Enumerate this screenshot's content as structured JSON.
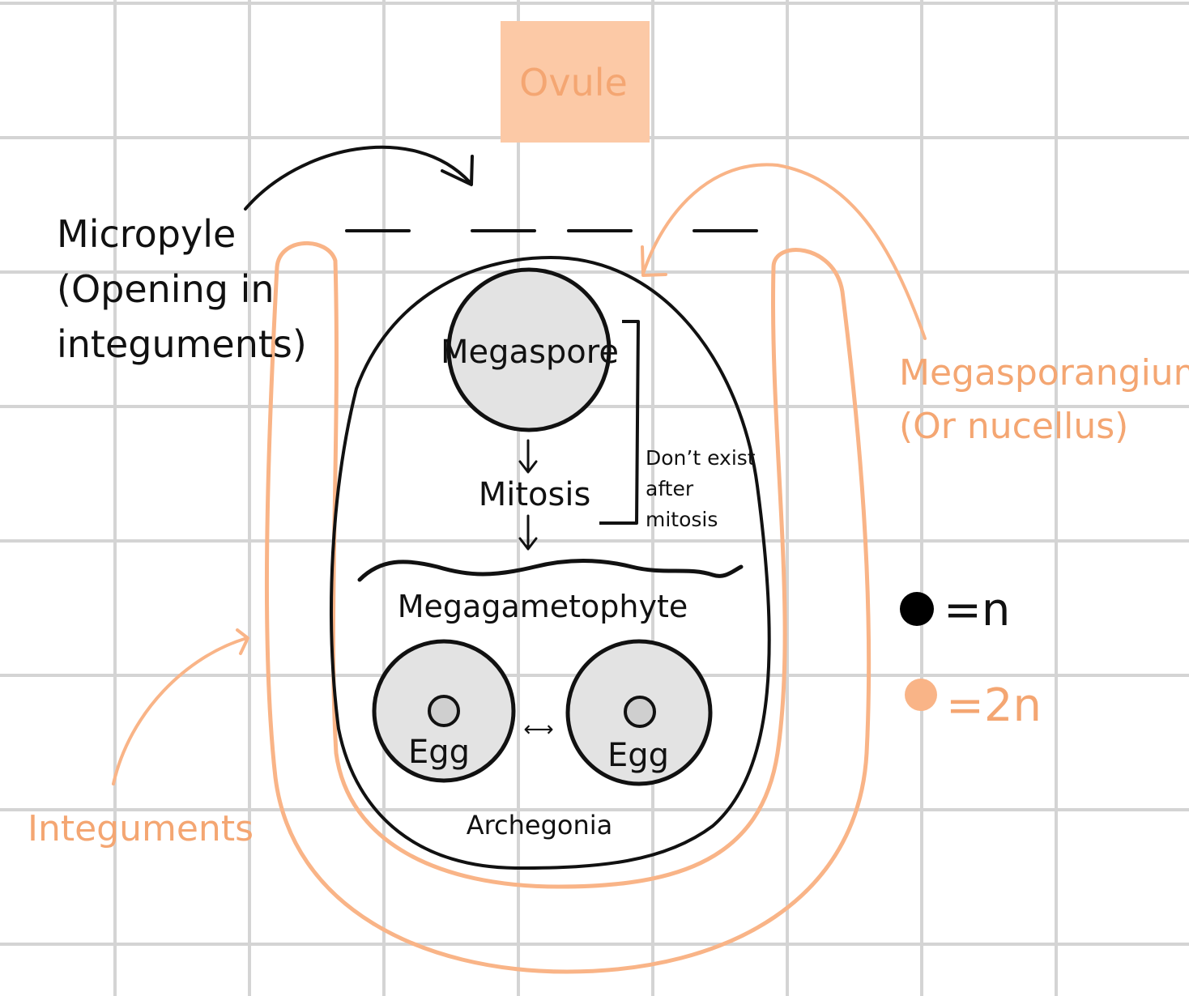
{
  "title": "Ovule",
  "labels": {
    "micropyle_1": "Micropyle",
    "micropyle_2": "(Opening in",
    "micropyle_3": "integuments)",
    "megasporangium_1": "Megasporangium",
    "megasporangium_2": "(Or nucellus)",
    "integuments": "Integuments",
    "megaspore": "Megaspore",
    "mitosis": "Mitosis",
    "note_1": "Don’t exist",
    "note_2": "after",
    "note_3": "mitosis",
    "megagametophyte": "Megagametophyte",
    "egg_left": "Egg",
    "egg_right": "Egg",
    "egg_arrow": "⟷",
    "archegonia": "Archegonia"
  },
  "legend": [
    {
      "color": "#000000",
      "text": "=n"
    },
    {
      "color": "#f9b487",
      "text": "=2n"
    }
  ],
  "colors": {
    "orange": "#f9b487",
    "orange_text": "#f4a672",
    "title_box": "#fcc9a6",
    "gray_fill": "#e3e3e3",
    "nucleus_fill": "#cfcfcf",
    "grid": "#d4d4d4"
  }
}
